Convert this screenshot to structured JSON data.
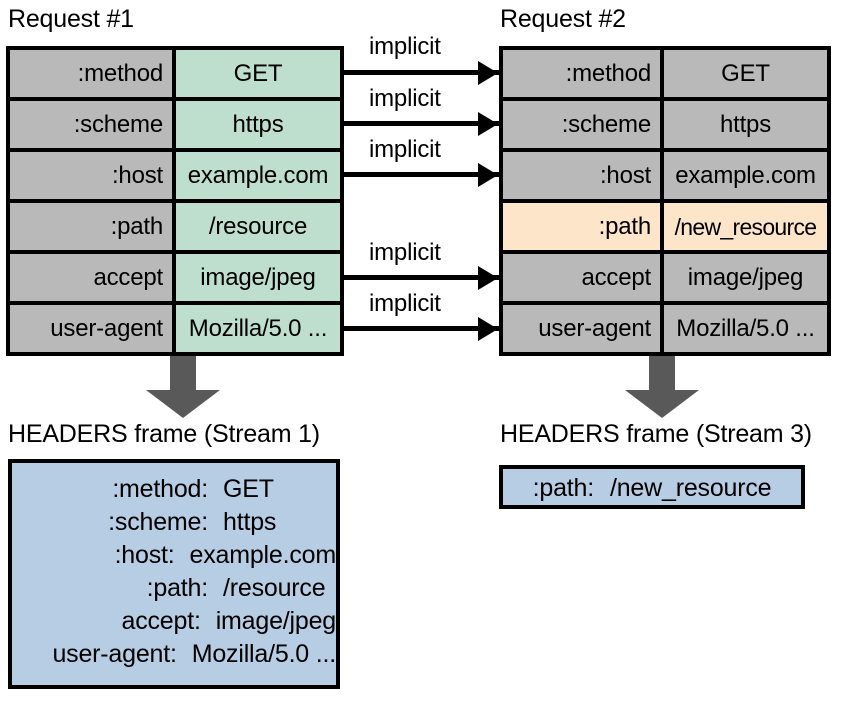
{
  "diagram": {
    "title_request_1": "Request #1",
    "title_request_2": "Request #2",
    "title_frame_1": "HEADERS frame (Stream 1)",
    "title_frame_2": "HEADERS frame (Stream 3)",
    "implicit_label": "implicit",
    "colors": {
      "header_name_bg": "#b9b9b9",
      "request1_value_bg": "#bfdfce",
      "request2_value_bg": "#b9b9b9",
      "changed_row_bg": "#fce5c8",
      "frame_bg": "#b6cde4",
      "arrow_fill": "#595959",
      "stroke": "#000000"
    }
  },
  "request1": {
    "rows": [
      {
        "name": ":method",
        "value": "GET"
      },
      {
        "name": ":scheme",
        "value": "https"
      },
      {
        "name": ":host",
        "value": "example.com"
      },
      {
        "name": ":path",
        "value": "/resource"
      },
      {
        "name": "accept",
        "value": "image/jpeg"
      },
      {
        "name": "user-agent",
        "value": "Mozilla/5.0 ..."
      }
    ]
  },
  "request2": {
    "rows": [
      {
        "name": ":method",
        "value": "GET",
        "changed": false
      },
      {
        "name": ":scheme",
        "value": "https",
        "changed": false
      },
      {
        "name": ":host",
        "value": "example.com",
        "changed": false
      },
      {
        "name": ":path",
        "value": "/new_resource",
        "changed": true
      },
      {
        "name": "accept",
        "value": "image/jpeg",
        "changed": false
      },
      {
        "name": "user-agent",
        "value": "Mozilla/5.0 ...",
        "changed": false
      }
    ]
  },
  "implicit_arrows": [
    {
      "label": "implicit",
      "from_row": ":method"
    },
    {
      "label": "implicit",
      "from_row": ":scheme"
    },
    {
      "label": "implicit",
      "from_row": ":host"
    },
    {
      "label": "implicit",
      "from_row": "accept"
    },
    {
      "label": "implicit",
      "from_row": "user-agent"
    }
  ],
  "frame1": {
    "lines": [
      {
        "name": ":method:",
        "value": "GET"
      },
      {
        "name": ":scheme:",
        "value": "https"
      },
      {
        "name": ":host:",
        "value": "example.com"
      },
      {
        "name": ":path:",
        "value": "/resource"
      },
      {
        "name": "accept:",
        "value": "image/jpeg"
      },
      {
        "name": "user-agent:",
        "value": "Mozilla/5.0 ..."
      }
    ]
  },
  "frame2": {
    "lines": [
      {
        "name": ":path:",
        "value": "/new_resource"
      }
    ]
  }
}
